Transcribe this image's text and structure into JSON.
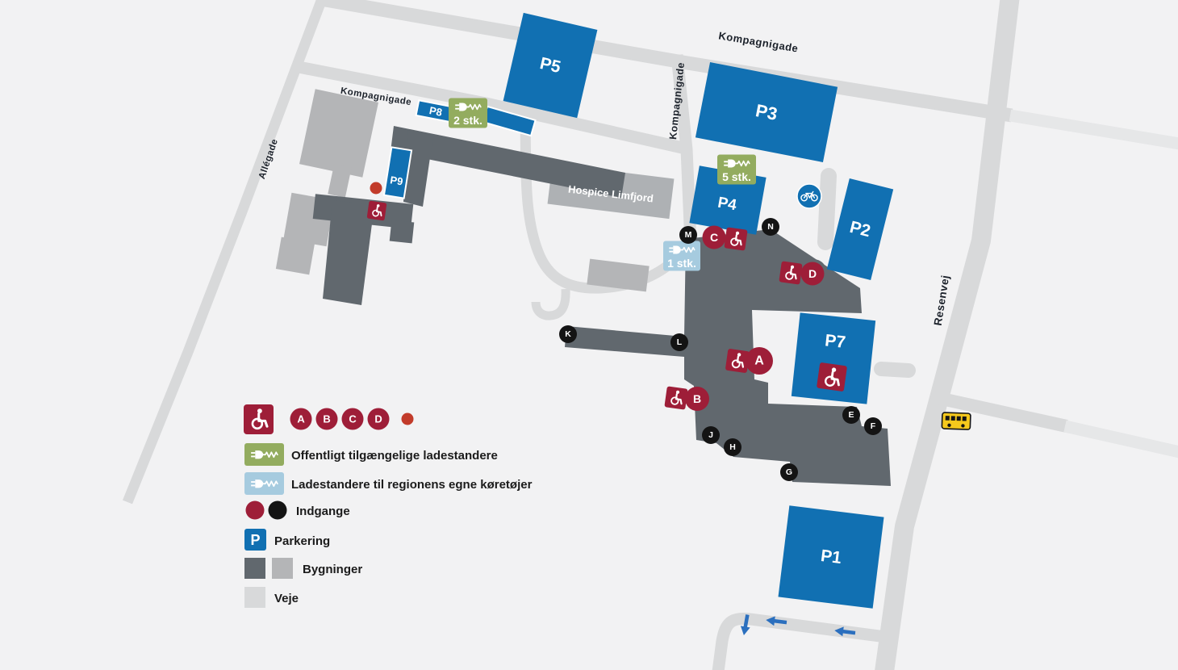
{
  "map": {
    "streets": {
      "kompagnigade": "Kompagnigade",
      "allegade": "Allégade",
      "resenvej": "Resenvej"
    },
    "buildings": {
      "hospice": "Hospice Limfjord"
    },
    "parking": {
      "p1": "P1",
      "p2": "P2",
      "p3": "P3",
      "p4": "P4",
      "p5": "P5",
      "p7": "P7",
      "p8": "P8",
      "p9": "P9"
    },
    "chargers": {
      "public_west": "2 stk.",
      "public_p4": "5 stk.",
      "fleet": "1 stk."
    },
    "entrances": {
      "a": "A",
      "b": "B",
      "c": "C",
      "d": "D",
      "e": "E",
      "f": "F",
      "g": "G",
      "h": "H",
      "j": "J",
      "k": "K",
      "l": "L",
      "m": "M",
      "n": "N"
    }
  },
  "legend": {
    "main_entrances": [
      "A",
      "B",
      "C",
      "D"
    ],
    "public_chargers": "Offentligt tilgængelige ladestandere",
    "fleet_chargers": "Ladestandere til regionens egne køretøjer",
    "entrances": "Indgange",
    "parking": "Parkering",
    "parking_symbol": "P",
    "buildings": "Bygninger",
    "roads": "Veje"
  },
  "colors": {
    "parking_blue": "#1170b2",
    "entrance_dark_red": "#9e1e38",
    "entrance_dot_red": "#c23b2a",
    "entrance_black": "#141414",
    "building_dark": "#61686e",
    "building_light": "#b4b5b7",
    "road": "#d8d9da",
    "background": "#f2f2f3",
    "charger_green": "#93ac5f",
    "charger_blue": "#a6cbdf",
    "bus_yellow": "#f5c81c",
    "arrow_blue": "#2b6fbe"
  }
}
